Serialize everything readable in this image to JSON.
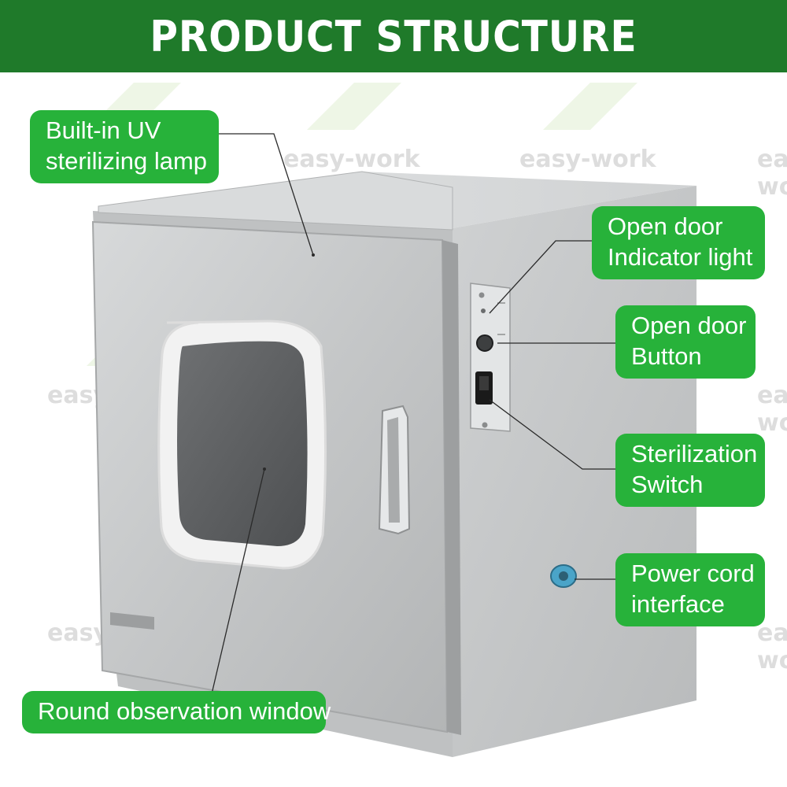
{
  "header": {
    "title": "PRODUCT STRUCTURE"
  },
  "watermark": {
    "text": "easy-work"
  },
  "colors": {
    "header_bg": "#1f7a2a",
    "callout_bg": "#27b23a",
    "callout_text": "#ffffff",
    "steel": "#c9cbcc"
  },
  "callouts": {
    "uv_lamp": {
      "line1": "Built-in UV",
      "line2": "sterilizing lamp"
    },
    "indicator": {
      "line1": "Open door",
      "line2": "Indicator light"
    },
    "button": {
      "line1": "Open door",
      "line2": "Button"
    },
    "switch": {
      "line1": "Sterilization",
      "line2": "Switch"
    },
    "power": {
      "line1": "Power cord",
      "line2": "interface"
    },
    "window": {
      "line1": "Round observation window"
    }
  },
  "icons": [
    "indicator-light-icon",
    "door-button-icon",
    "rocker-switch-icon",
    "power-port-icon",
    "door-handle-icon"
  ]
}
